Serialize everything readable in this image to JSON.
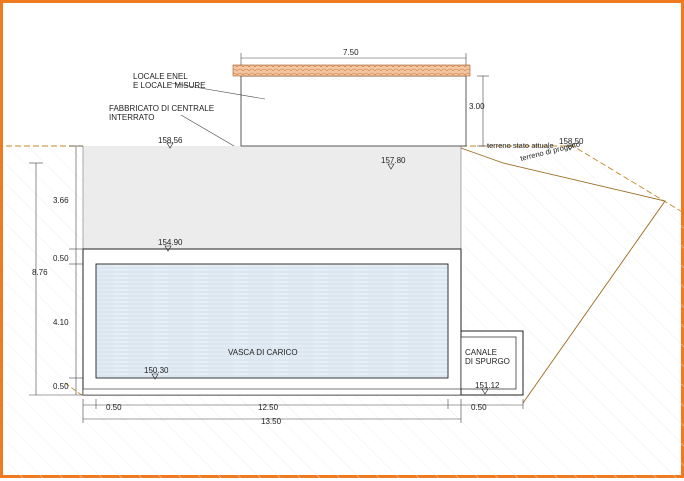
{
  "labels": {
    "enel_line1": "LOCALE ENEL",
    "enel_line2": "E LOCALE MISURE",
    "fabbricato_line1": "FABBRICATO DI CENTRALE",
    "fabbricato_line2": "INTERRATO",
    "terreno_attuale": "terreno stato attuale",
    "terreno_progetto": "terreno di progetto",
    "vasca": "VASCA DI CARICO",
    "canale_line1": "CANALE",
    "canale_line2": "DI SPURGO"
  },
  "elevations": {
    "e158_56": "158.56",
    "e157_80": "157.80",
    "e158_50": "158.50",
    "e154_90": "154.90",
    "e150_30": "150.30",
    "e151_12": "151.12"
  },
  "dimensions": {
    "roof_width": "7.50",
    "roof_height": "3.00",
    "d366": "3.66",
    "d050_top": "0.50",
    "d876": "8.76",
    "d410": "4.10",
    "d050_bottom": "0.50",
    "w050_left": "0.50",
    "w1250": "12.50",
    "w050_right": "0.50",
    "w1350": "13.50"
  },
  "colors": {
    "border": "#f07a1f",
    "ground_dash": "#c28a2a",
    "fill_grey": "#ebebeb",
    "water": "#e4edf5"
  }
}
